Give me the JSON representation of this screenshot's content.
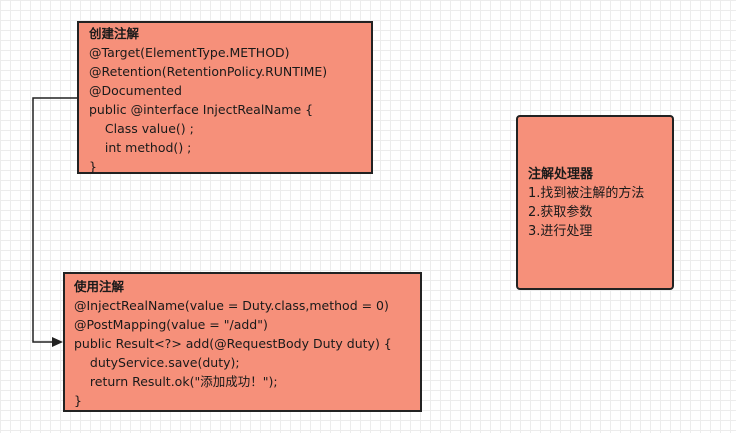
{
  "colors": {
    "box_fill": "#f6907a",
    "line": "#222222"
  },
  "create_box": {
    "title": "创建注解",
    "lines": [
      "@Target(ElementType.METHOD)",
      "@Retention(RetentionPolicy.RUNTIME)",
      "@Documented",
      "public @interface InjectRealName {",
      "    Class value() ;",
      "    int method() ;",
      "}"
    ]
  },
  "use_box": {
    "title": "使用注解",
    "lines": [
      "@InjectRealName(value = Duty.class,method = 0)",
      "@PostMapping(value = \"/add\")",
      "public Result<?> add(@RequestBody Duty duty) {",
      "    dutyService.save(duty);",
      "    return Result.ok(\"添加成功！\");",
      "}"
    ]
  },
  "processor_box": {
    "title": "注解处理器",
    "lines": [
      "1.找到被注解的方法",
      "2.获取参数",
      "3.进行处理"
    ]
  }
}
